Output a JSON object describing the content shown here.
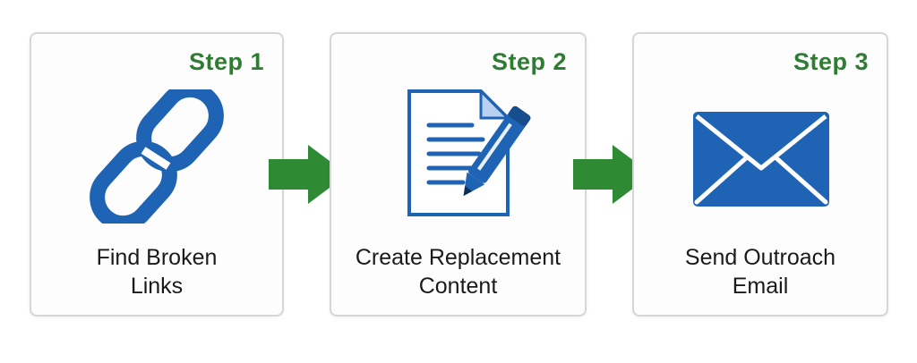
{
  "colors": {
    "step_green": "#2e7d32",
    "icon_blue": "#1f64b4",
    "arrow_green": "#2e8b33",
    "card_border": "#d6d6d6"
  },
  "steps": [
    {
      "label": "Step 1",
      "icon": "broken-link-icon",
      "title_line1": "Find Broken",
      "title_line2": "Links"
    },
    {
      "label": "Step 2",
      "icon": "document-pen-icon",
      "title_line1": "Create Replacement",
      "title_line2": "Content"
    },
    {
      "label": "Step 3",
      "icon": "envelope-icon",
      "title_line1": "Send Outroach",
      "title_line2": "Email"
    }
  ],
  "connectors": [
    {
      "icon": "arrow-right-icon"
    },
    {
      "icon": "arrow-right-icon"
    }
  ]
}
